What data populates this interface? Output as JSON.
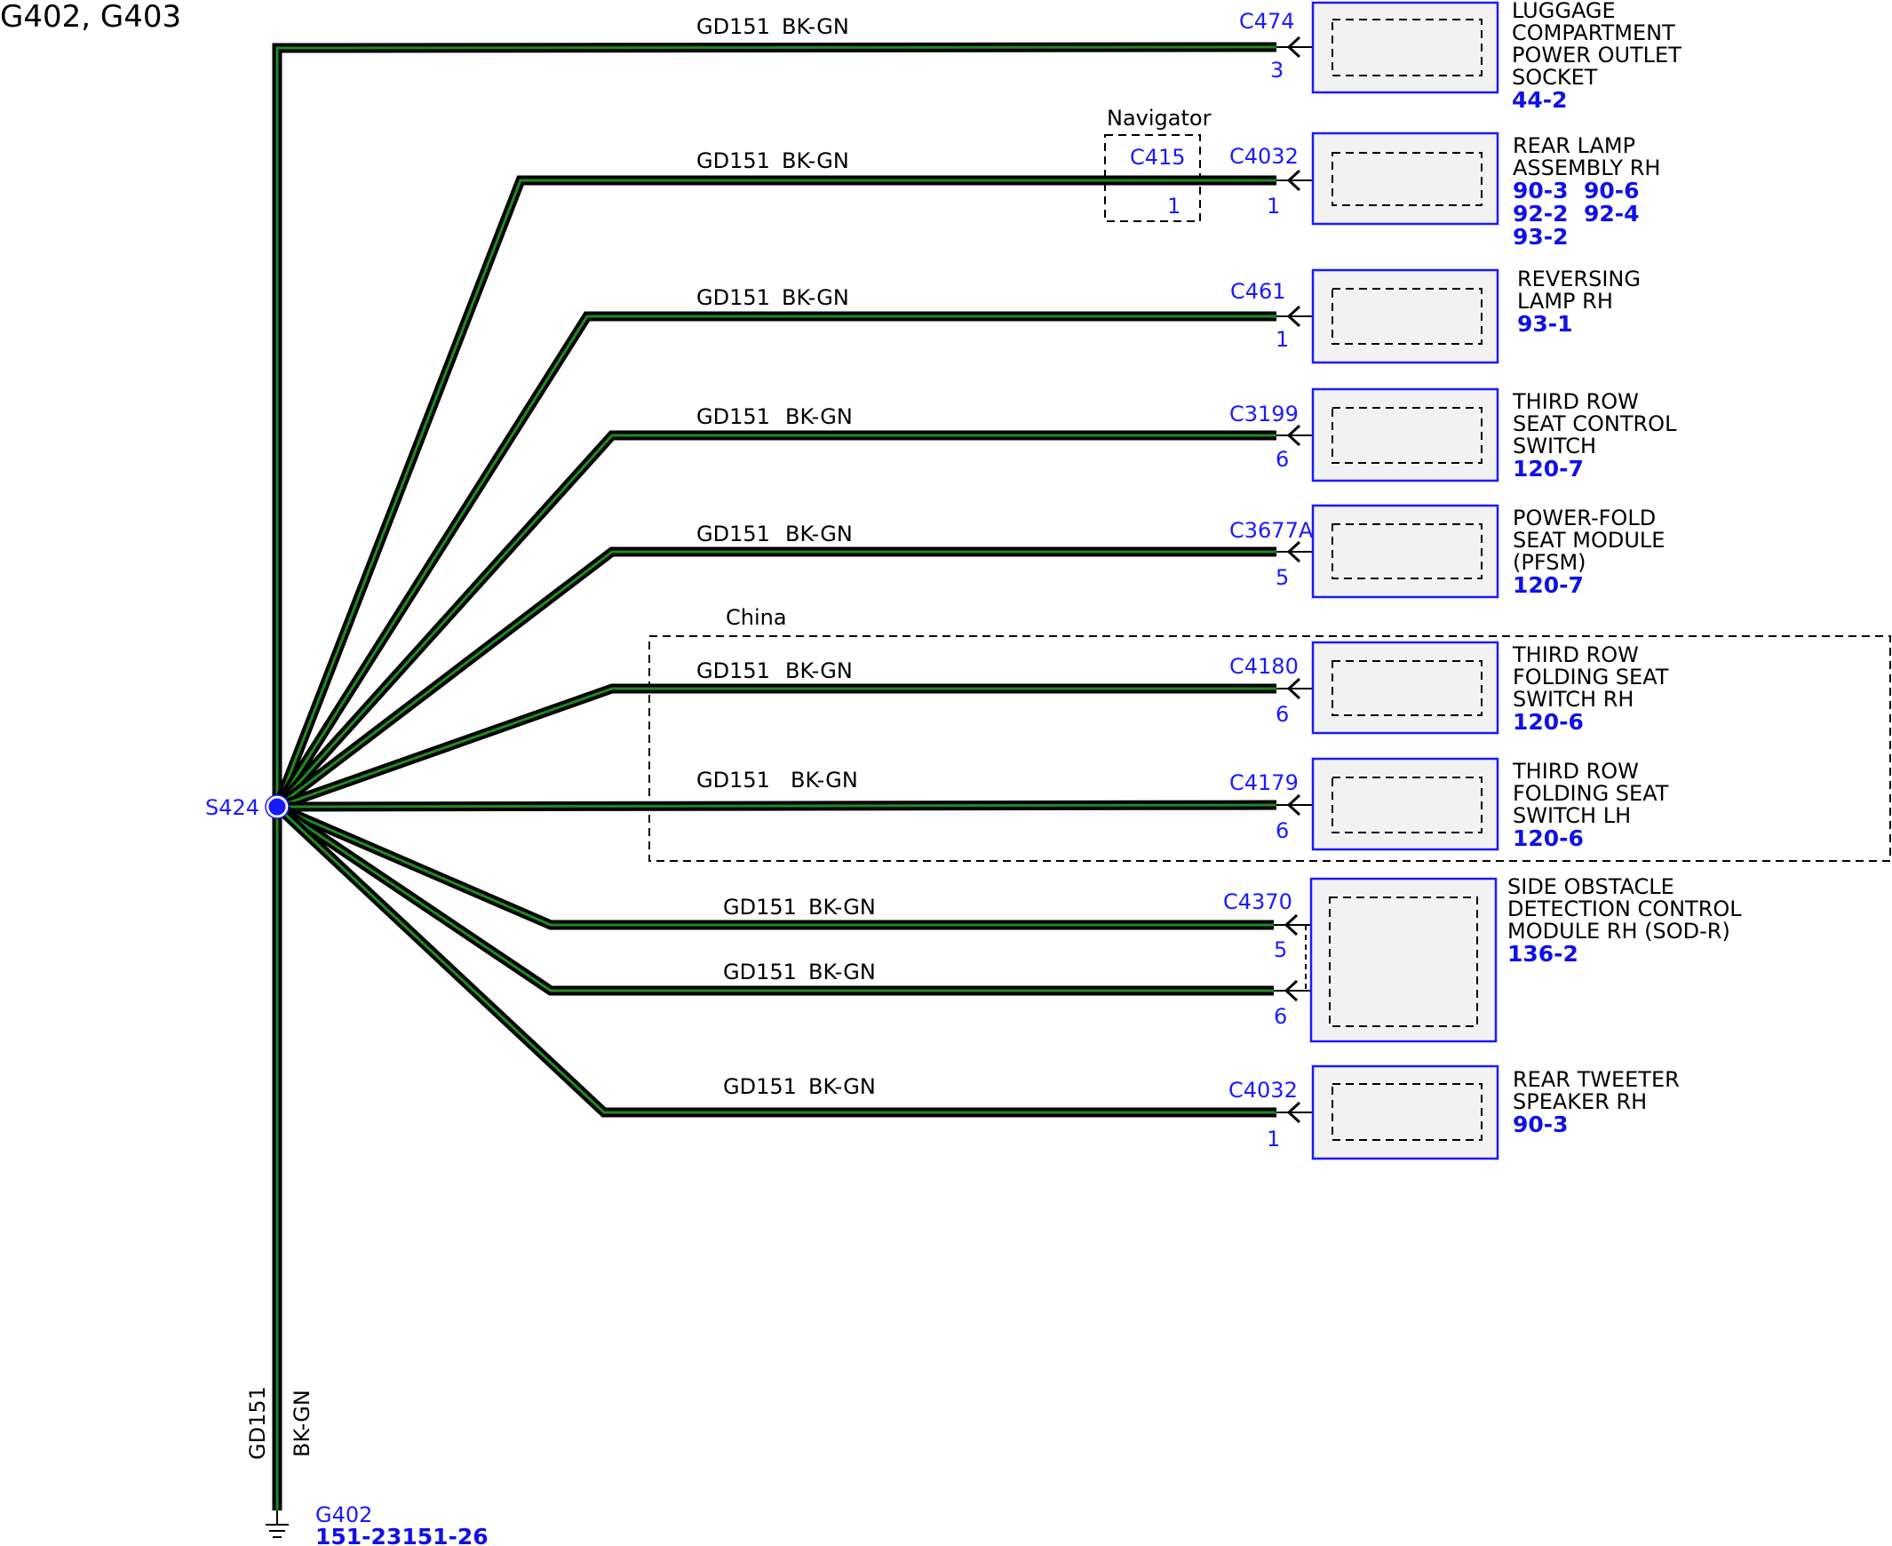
{
  "title": "G402, G403",
  "colors": {
    "wire_outer": "#000000",
    "wire_inner": "#1f8a1f",
    "connector_blue": "#1a1aff",
    "ref_blue": "#1010e8",
    "component_fill": "#f2f2f2"
  },
  "splice": {
    "label": "S424"
  },
  "ground": {
    "connector": "G402",
    "ref": "151-23151-26",
    "wire_circuit": "GD151",
    "wire_color": "BK-GN"
  },
  "regions": {
    "navigator": {
      "label": "Navigator",
      "connector": "C415",
      "pin": "1"
    },
    "china": {
      "label": "China"
    }
  },
  "branches": [
    {
      "circuit": "GD151",
      "color": "BK-GN",
      "connector": "C474",
      "pins": [
        "3"
      ],
      "component": {
        "name_lines": [
          "LUGGAGE",
          "COMPARTMENT",
          "POWER OUTLET",
          "SOCKET"
        ],
        "refs": [
          "44-2"
        ]
      }
    },
    {
      "circuit": "GD151",
      "color": "BK-GN",
      "connector": "C4032",
      "pins": [
        "1"
      ],
      "component": {
        "name_lines": [
          "REAR LAMP",
          "ASSEMBLY RH"
        ],
        "refs": [
          "90-3  90-6",
          "92-2  92-4",
          "93-2"
        ]
      }
    },
    {
      "circuit": "GD151",
      "color": "BK-GN",
      "connector": "C461",
      "pins": [
        "1"
      ],
      "component": {
        "name_lines": [
          "REVERSING",
          "LAMP RH"
        ],
        "refs": [
          "93-1"
        ]
      }
    },
    {
      "circuit": "GD151",
      "color": "BK-GN",
      "connector": "C3199",
      "pins": [
        "6"
      ],
      "component": {
        "name_lines": [
          "THIRD ROW",
          "SEAT CONTROL",
          "SWITCH"
        ],
        "refs": [
          "120-7"
        ]
      }
    },
    {
      "circuit": "GD151",
      "color": "BK-GN",
      "connector": "C3677A",
      "pins": [
        "5"
      ],
      "component": {
        "name_lines": [
          "POWER-FOLD",
          "SEAT MODULE",
          "(PFSM)"
        ],
        "refs": [
          "120-7"
        ]
      }
    },
    {
      "circuit": "GD151",
      "color": "BK-GN",
      "connector": "C4180",
      "pins": [
        "6"
      ],
      "component": {
        "name_lines": [
          "THIRD ROW",
          "FOLDING SEAT",
          "SWITCH RH"
        ],
        "refs": [
          "120-6"
        ]
      }
    },
    {
      "circuit": "GD151",
      "color": "BK-GN",
      "connector": "C4179",
      "pins": [
        "6"
      ],
      "component": {
        "name_lines": [
          "THIRD ROW",
          "FOLDING SEAT",
          "SWITCH LH"
        ],
        "refs": [
          "120-6"
        ]
      }
    },
    {
      "circuit": "GD151",
      "color": "BK-GN",
      "connector": "C4370",
      "pins": [
        "5",
        "6"
      ],
      "component": {
        "name_lines": [
          "SIDE OBSTACLE",
          "DETECTION CONTROL",
          "MODULE RH (SOD-R)"
        ],
        "refs": [
          "136-2"
        ]
      }
    },
    {
      "circuit": "GD151",
      "color": "BK-GN",
      "connector": "C4032",
      "pins": [
        "1"
      ],
      "component": {
        "name_lines": [
          "REAR TWEETER",
          "SPEAKER RH"
        ],
        "refs": [
          "90-3"
        ]
      }
    }
  ]
}
